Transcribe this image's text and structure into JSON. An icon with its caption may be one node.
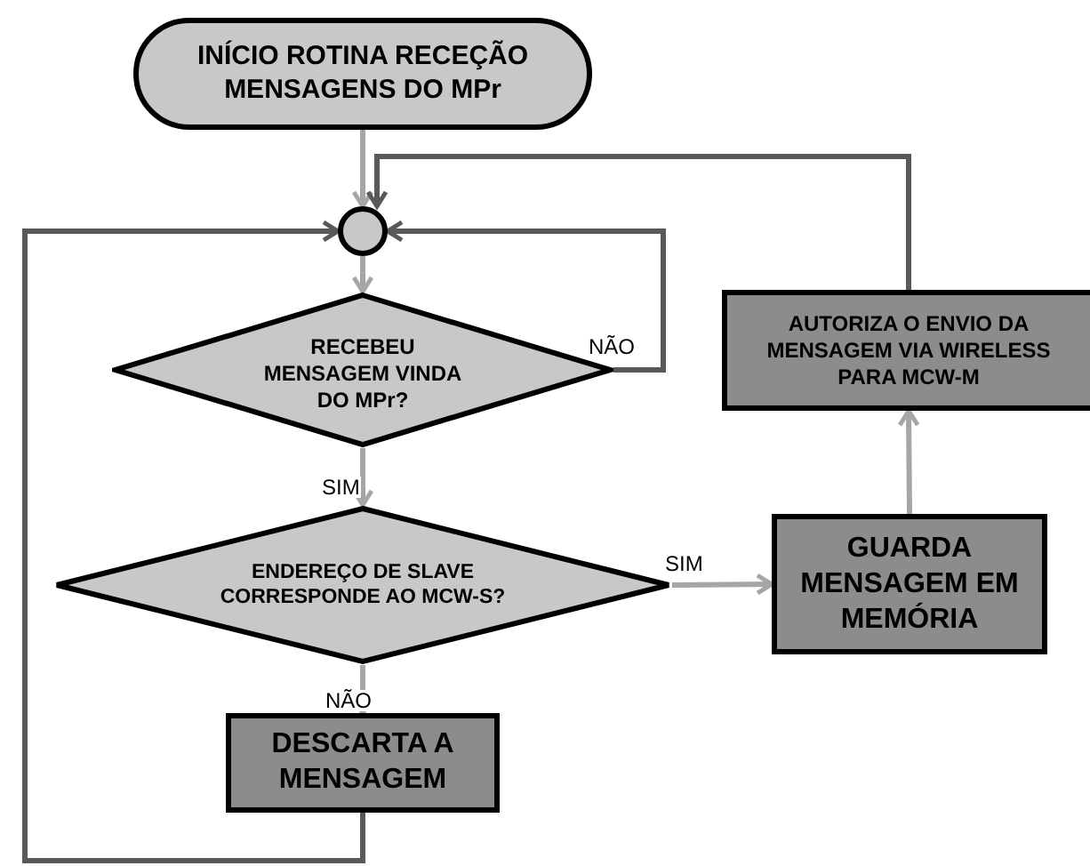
{
  "diagram": {
    "nodes": [
      {
        "text": [
          "INÍCIO ROTINA RECEÇÃO MENSAGENS DO MPr"
        ]
      },
      {
        "text": [],
        "shape": "circle"
      },
      {
        "text": [
          "RECEBEU MENSAGEM VINDA DO MPr?"
        ]
      },
      {
        "text": [
          "AUTORIZA O ENVIO DA MENSAGEM VIA WIRELESS PARA MCW-M"
        ]
      },
      {
        "text": [
          "ENDEREÇO DE SLAVE CORRESPONDE AO MCW-S?"
        ]
      },
      {
        "text": [
          "GUARDA MENSAGEM EM MEMÓRIA"
        ]
      },
      {
        "text": [
          "DESCARTA A MENSAGEM"
        ]
      }
    ],
    "edges": [
      {
        "from": 0,
        "to": 1,
        "arrow": "to"
      },
      {
        "from": 1,
        "to": 2,
        "arrow": "to"
      },
      {
        "from": 2,
        "to": 1,
        "arrow": "to",
        "label": "NÃO",
        "color": "#595959"
      },
      {
        "from": 2,
        "to": 4,
        "arrow": "to",
        "label": "SIM"
      },
      {
        "from": 4,
        "to": 5,
        "arrow": "to",
        "label": "SIM"
      },
      {
        "from": 4,
        "to": 6,
        "arrow": "to",
        "label": "NÃO"
      },
      {
        "from": 6,
        "to": 1,
        "arrow": "to",
        "color": "#595959"
      },
      {
        "from": 5,
        "to": 3,
        "arrow": "to"
      },
      {
        "from": 3,
        "to": 1,
        "arrow": "to",
        "color": "#595959"
      }
    ]
  }
}
